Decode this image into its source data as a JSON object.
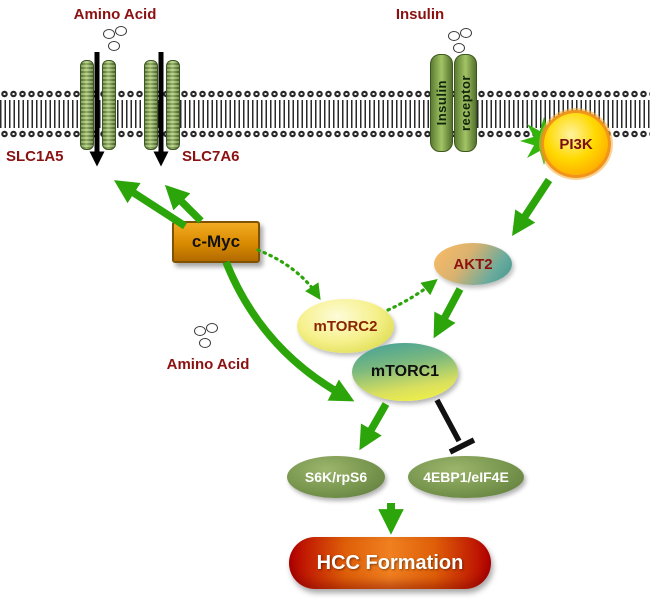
{
  "labels": {
    "amino_acid_top": "Amino Acid",
    "insulin": "Insulin",
    "slc1a5": "SLC1A5",
    "slc7a6": "SLC7A6",
    "receptor_line1": "Insulin",
    "receptor_line2": "receptor",
    "pi3k": "PI3K",
    "c_myc": "c-Myc",
    "akt2": "AKT2",
    "mtorc2": "mTORC2",
    "mtorc1": "mTORC1",
    "amino_acid_mid": "Amino Acid",
    "s6k_rps6": "S6K/rpS6",
    "ebp4_eif4e": "4EBP1/eIF4E",
    "hcc": "HCC Formation"
  },
  "edges": [
    {
      "from": "Amino Acid",
      "to": "SLC1A5",
      "type": "transport-into-cell"
    },
    {
      "from": "Amino Acid",
      "to": "SLC7A6",
      "type": "transport-into-cell"
    },
    {
      "from": "c-Myc",
      "to": "SLC1A5",
      "type": "activation"
    },
    {
      "from": "c-Myc",
      "to": "SLC7A6",
      "type": "activation"
    },
    {
      "from": "c-Myc",
      "to": "mTORC2",
      "type": "activation-dotted"
    },
    {
      "from": "c-Myc",
      "to": "mTORC1",
      "type": "activation"
    },
    {
      "from": "Insulin",
      "to": "Insulin receptor",
      "type": "ligand"
    },
    {
      "from": "Insulin receptor",
      "to": "PI3K",
      "type": "activation"
    },
    {
      "from": "PI3K",
      "to": "AKT2",
      "type": "activation"
    },
    {
      "from": "mTORC2",
      "to": "AKT2",
      "type": "activation-dotted"
    },
    {
      "from": "AKT2",
      "to": "mTORC1",
      "type": "activation"
    },
    {
      "from": "mTORC1",
      "to": "S6K/rpS6",
      "type": "activation"
    },
    {
      "from": "mTORC1",
      "to": "4EBP1/eIF4E",
      "type": "inhibition"
    },
    {
      "from": "S6K/rpS6",
      "to": "HCC Formation",
      "type": "activation"
    }
  ],
  "colors": {
    "arrow_green": "#2ca50a",
    "label_maroon": "#8b1111",
    "membrane_dark": "#2a2a2a",
    "channel_green": "#a9c96e",
    "cmyc_orange": "#d88a00",
    "pi3k_yellow": "#ffd900",
    "hcc_red": "#b50000",
    "hcc_orange": "#f08020",
    "outcome_olive": "#78964e"
  }
}
